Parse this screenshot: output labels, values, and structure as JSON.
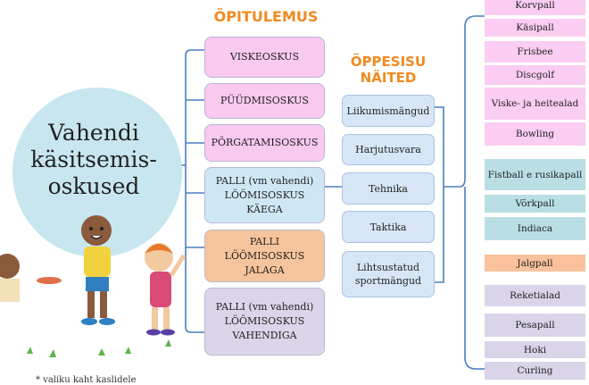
{
  "center": {
    "lines": [
      "Vahendi",
      "käsitsemis-",
      "oskused"
    ]
  },
  "headers": {
    "learning_outcome": "ÕPITULEMUS",
    "content_examples": [
      "ÕPPESISU",
      "NÄITED"
    ]
  },
  "skills": [
    {
      "label": "VISKEOSKUS",
      "color": "pink"
    },
    {
      "label": "PÜÜDMISOSKUS",
      "color": "pink"
    },
    {
      "label": "PÕRGATAMISOSKUS",
      "color": "pink"
    },
    {
      "label": "PALLI (vm vahendi) LÖÖMISOSKUS KÄEGA",
      "color": "blue"
    },
    {
      "label": "PALLI  LÖÖMISOSKUS JALAGA",
      "color": "orange"
    },
    {
      "label": "PALLI (vm vahendi) LÖÖMISOSKUS VAHENDIGA",
      "color": "purple"
    }
  ],
  "content": [
    "Liikumismängud",
    "Harjutusvara",
    "Tehnika",
    "Taktika",
    "Lihtsustatud sportmängud"
  ],
  "sports": [
    {
      "label": "Korvpall",
      "color": "pink"
    },
    {
      "label": "Käsipall",
      "color": "pink"
    },
    {
      "label": "Frisbee",
      "color": "pink"
    },
    {
      "label": "Discgolf",
      "color": "pink"
    },
    {
      "label": "Viske- ja heitealad",
      "color": "pink"
    },
    {
      "label": "Bowling",
      "color": "pink"
    },
    {
      "label": "Fistball e rusikapall",
      "color": "blue"
    },
    {
      "label": "Võrkpall",
      "color": "blue"
    },
    {
      "label": "Indiaca",
      "color": "blue"
    },
    {
      "label": "Jalgpall",
      "color": "orange"
    },
    {
      "label": "Reketialad",
      "color": "purple"
    },
    {
      "label": "Pesapall",
      "color": "purple"
    },
    {
      "label": "Hoki",
      "color": "purple"
    },
    {
      "label": "Curling",
      "color": "purple"
    }
  ],
  "footnote": "* valiku kaht kaslidele",
  "colors": {
    "header_orange": "#f08a1f",
    "connector_blue": "#4a7fc1",
    "circle_bg": "#c8e6ef"
  }
}
